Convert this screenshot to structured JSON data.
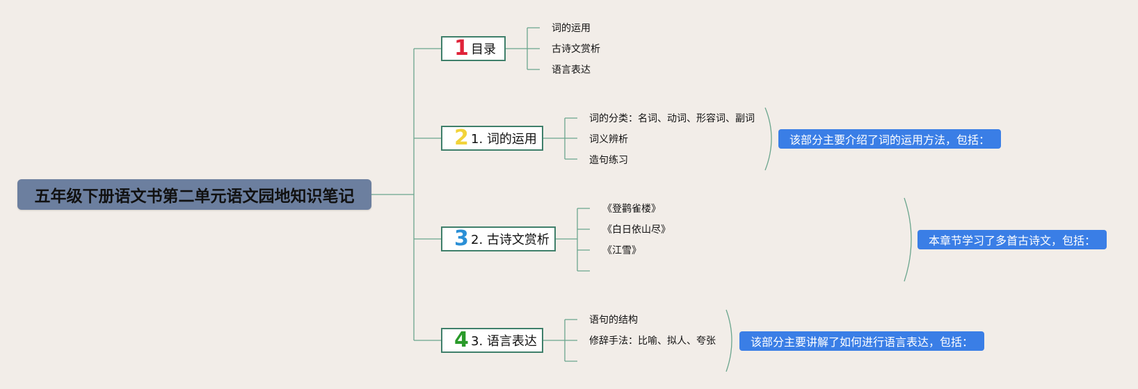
{
  "root": {
    "title": "五年级下册语文书第二单元语文园地知识笔记"
  },
  "branches": [
    {
      "number": "1",
      "label": "目录",
      "number_color": "#e0243a",
      "children": [
        "词的运用",
        "古诗文赏析",
        "语言表达"
      ]
    },
    {
      "number": "2",
      "label": "1. 词的运用",
      "number_color": "#f2d33a",
      "children": [
        "词的分类：名词、动词、形容词、副词",
        "词义辨析",
        "造句练习"
      ],
      "summary": "该部分主要介绍了词的运用方法，包括："
    },
    {
      "number": "3",
      "label": "2. 古诗文赏析",
      "number_color": "#2a8fd6",
      "children": [
        "《登鹳雀楼》",
        "《白日依山尽》",
        "《江雪》",
        ""
      ],
      "summary": "本章节学习了多首古诗文，包括："
    },
    {
      "number": "4",
      "label": "3. 语言表达",
      "number_color": "#2a9a2a",
      "children": [
        "语句的结构",
        "修辞手法：比喻、拟人、夸张",
        ""
      ],
      "summary": "该部分主要讲解了如何进行语言表达，包括："
    }
  ],
  "colors": {
    "background": "#f2ede8",
    "root_fill": "#6c7f9f",
    "branch_border": "#3f7f6a",
    "connector": "#6aa58d",
    "summary_fill": "#3a7ee6"
  }
}
